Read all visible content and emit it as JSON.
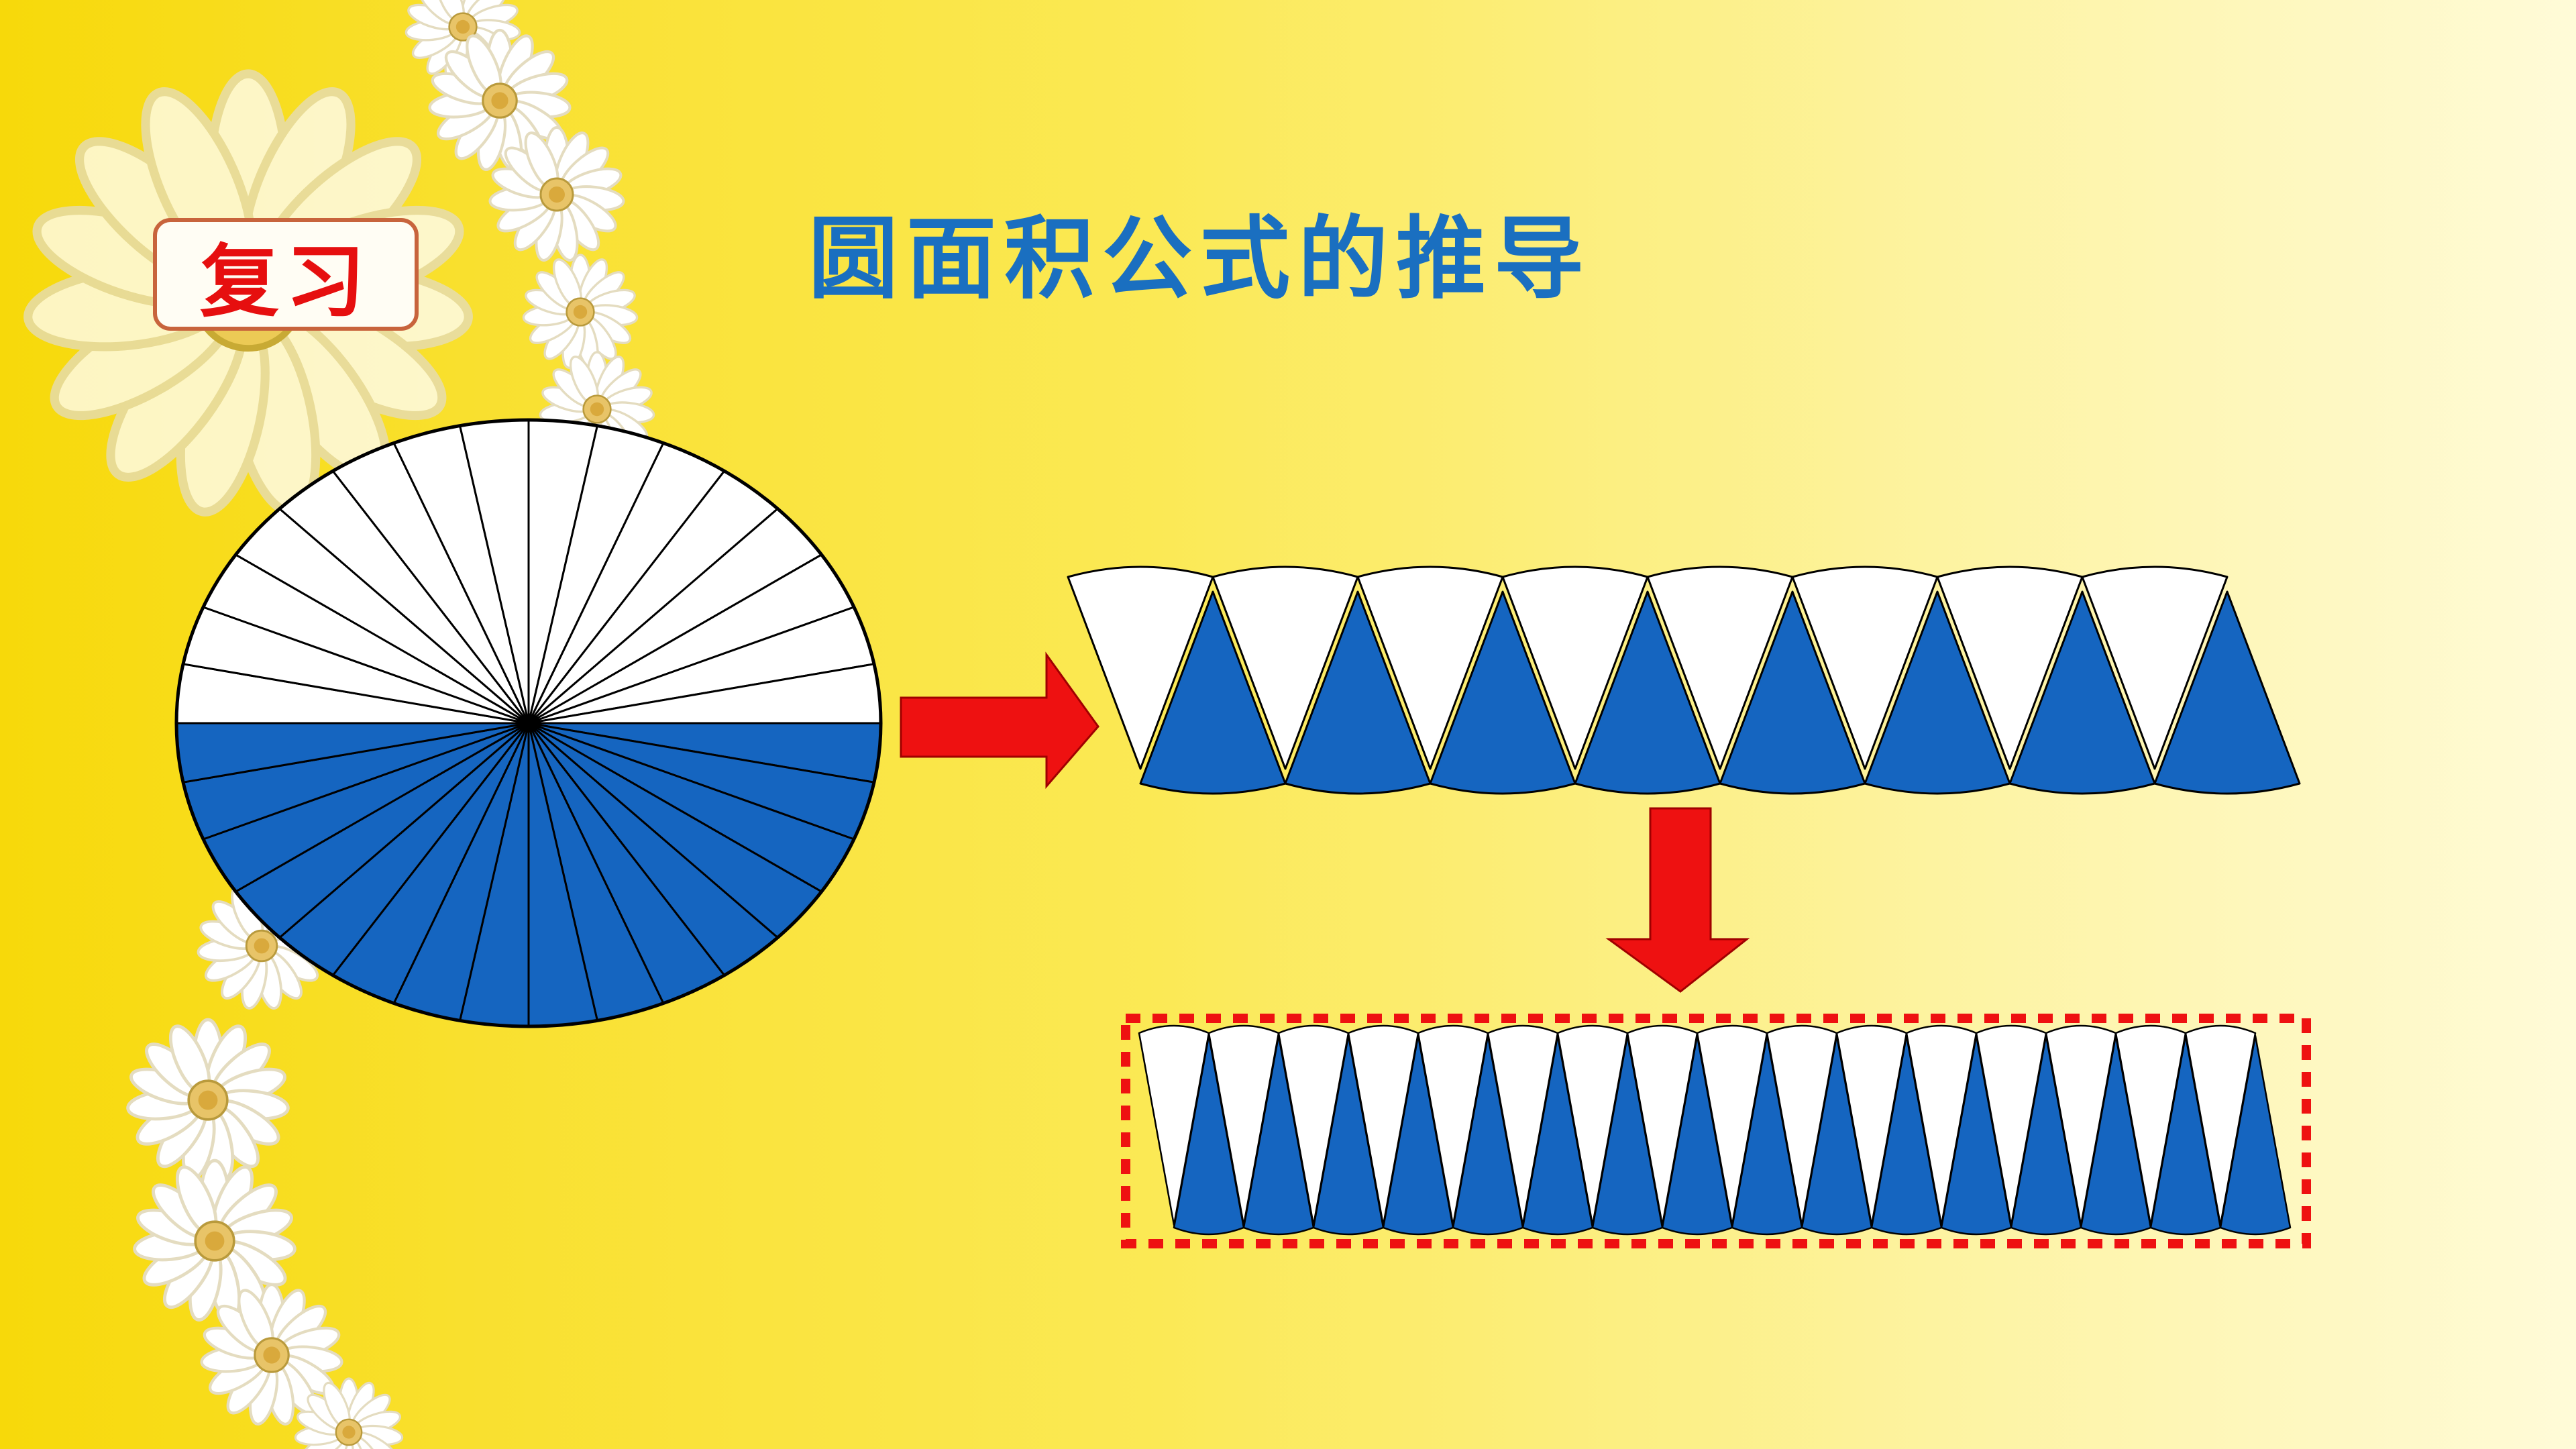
{
  "slide": {
    "badge_label": "复习",
    "title": "圆面积公式的推导"
  },
  "figure": {
    "description_parts": [
      "circle-divided-into-32-sectors",
      "sectors-rearranged-into-strip",
      "sectors-rearranged-into-rectangle"
    ],
    "sector_count": 32,
    "colors": {
      "sector_top": "#ffffff",
      "sector_bottom": "#1565c0",
      "arrow": "#ee1111",
      "dashed_frame": "#ee1111",
      "outline": "#000000"
    }
  },
  "decorations": {
    "flower_icon": "daisy-icon"
  }
}
